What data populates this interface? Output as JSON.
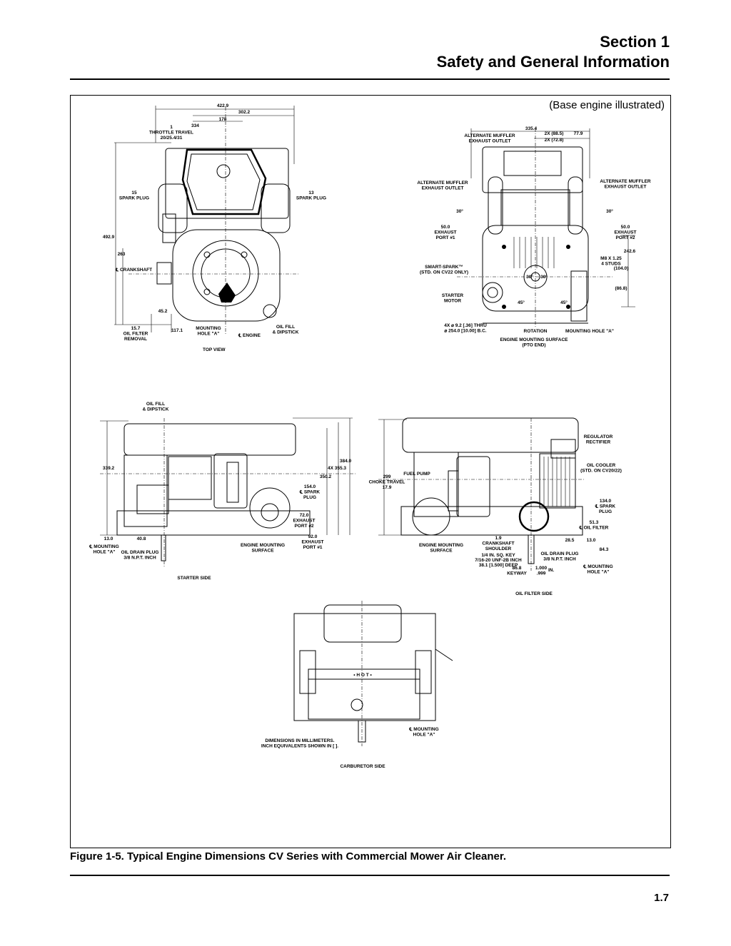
{
  "header": {
    "section": "Section 1",
    "title": "Safety and General Information"
  },
  "figure": {
    "note": "(Base engine illustrated)",
    "caption": "Figure 1-5. Typical Engine Dimensions CV Series with Commercial Mower Air Cleaner.",
    "top_view": {
      "title": "TOP VIEW",
      "labels": {
        "d_422": "422.9",
        "d_302": "302.2",
        "d_178": "178",
        "throttle": "1\nTHROTTLE TRAVEL\n20/25.4/31",
        "d_334": "334",
        "spark_left": "15\nSPARK PLUG",
        "spark_right": "13\nSPARK PLUG",
        "d_492": "492.9",
        "d_263": "263",
        "crankshaft": "℄ CRANKSHAFT",
        "d_452": "45.2",
        "oil_filter": "15.7\nOIL FILTER\nREMOVAL",
        "d_117": "117.1",
        "mounting": "MOUNTING\nHOLE \"A\"",
        "engine": "℄ ENGINE",
        "oil_fill": "OIL FILL\n& DIPSTICK"
      }
    },
    "pto_view": {
      "labels": {
        "d_335": "335.4",
        "alt_muffler_top": "ALTERNATE MUFFLER\nEXHAUST OUTLET",
        "d_2x885": "2X (88.5)",
        "d_2x72": "2X (72.8)",
        "d_779": "77.9",
        "alt_muffler_left": "ALTERNATE MUFFLER\nEXHAUST OUTLET",
        "alt_muffler_right": "ALTERNATE MUFFLER\nEXHAUST OUTLET",
        "angle_l": "30°",
        "angle_r": "30°",
        "exhaust1": "50.0\nEXHAUST\nPORT #1",
        "exhaust2": "50.0\nEXHAUST\nPORT #2",
        "smart_spark": "SMART-SPARK™\n(STD. ON CV22 ONLY)",
        "studs": "M8 X 1.25\n4 STUDS",
        "d_242": "242.6",
        "d_104": "(104.0)",
        "d_868": "(86.8)",
        "starter": "STARTER\nMOTOR",
        "angle_45a": "45°",
        "angle_45b": "45°",
        "angle_30a": "30°",
        "angle_30b": "30°",
        "bolt": "4X ⌀ 9.2 [.36] THRU\n⌀ 254.0 [10.00] B.C.",
        "rotation": "ROTATION",
        "mounting": "MOUNTING HOLE \"A\"",
        "surface": "ENGINE MOUNTING SURFACE\n(PTO END)"
      }
    },
    "starter_view": {
      "title": "STARTER SIDE",
      "labels": {
        "oil_fill": "OIL FILL\n& DIPSTICK",
        "d_339": "339.2",
        "d_384": "384.0",
        "d_4x": "4X 355.3",
        "d_350": "350.2",
        "spark": "154.0\n℄ SPARK\nPLUG",
        "exhaust": "72.0\nEXHAUST\nPORT #2",
        "d_92": "92.0\nEXHAUST\nPORT #1",
        "d_13": "13.0",
        "d_40": "40.8",
        "mounting": "℄ MOUNTING\nHOLE \"A\"",
        "drain": "OIL DRAIN PLUG\n3/8 N.P.T. INCH",
        "surface": "ENGINE MOUNTING\nSURFACE"
      }
    },
    "oil_view": {
      "title": "OIL FILTER SIDE",
      "labels": {
        "regulator": "REGULATOR\nRECTIFIER",
        "oil_cooler": "OIL COOLER\n(STD. ON CV20/22)",
        "fuel_pump": "FUEL PUMP",
        "choke": "299\nCHOKE TRAVEL\n17.9",
        "spark": "134.0\n℄ SPARK\nPLUG",
        "d_513": "51.3\n℄ OIL FILTER",
        "d_285": "28.5",
        "d_130": "13.0",
        "d_843": "84.3",
        "surface": "ENGINE MOUNTING\nSURFACE",
        "shoulder": "1.9\nCRANKSHAFT\nSHOULDER",
        "key": "1/4 IN. SQ. KEY",
        "thread": "7/16-20 UNF-2B INCH",
        "deep": "38.1 [1.500] DEEP",
        "keyway": "86.8\nKEYWAY",
        "dia": "1.000\n.999",
        "in": "IN.",
        "drain": "OIL DRAIN PLUG\n3/8 N.P.T. INCH",
        "mounting": "℄ MOUNTING\nHOLE \"A\""
      }
    },
    "carb_view": {
      "title": "CARBURETOR SIDE",
      "labels": {
        "hot": "• H O T •",
        "mounting": "℄ MOUNTING\nHOLE \"A\"",
        "units": "DIMENSIONS IN MILLIMETERS.\nINCH EQUIVALENTS SHOWN IN [ ]."
      }
    }
  },
  "footer": {
    "page_number": "1.7"
  }
}
